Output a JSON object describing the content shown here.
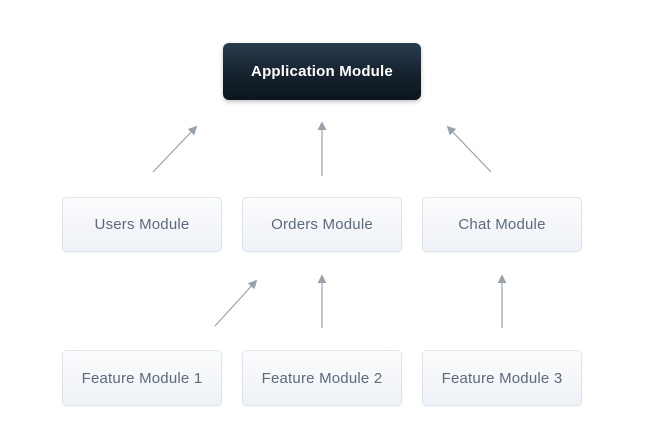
{
  "diagram": {
    "type": "module-dependency-diagram",
    "background_color": "#ffffff",
    "colors": {
      "dark_node_gradient_top": "#2a3d4f",
      "dark_node_gradient_bottom": "#0c151e",
      "dark_node_text": "#ffffff",
      "light_node_gradient_top": "#fbfcfd",
      "light_node_gradient_bottom": "#eef1f6",
      "light_node_border": "#dde4ec",
      "light_node_text": "#5c6b7a",
      "arrow": "#98a2ac"
    },
    "nodes": [
      {
        "id": "application-module",
        "label": "Application Module",
        "variant": "dark",
        "row": "top"
      },
      {
        "id": "users-module",
        "label": "Users Module",
        "variant": "light",
        "row": "middle"
      },
      {
        "id": "orders-module",
        "label": "Orders Module",
        "variant": "light",
        "row": "middle"
      },
      {
        "id": "chat-module",
        "label": "Chat Module",
        "variant": "light",
        "row": "middle"
      },
      {
        "id": "feature-module-1",
        "label": "Feature Module 1",
        "variant": "light",
        "row": "bottom"
      },
      {
        "id": "feature-module-2",
        "label": "Feature Module 2",
        "variant": "light",
        "row": "bottom"
      },
      {
        "id": "feature-module-3",
        "label": "Feature Module 3",
        "variant": "light",
        "row": "bottom"
      }
    ],
    "edges": [
      {
        "from": "users-module",
        "to": "application-module"
      },
      {
        "from": "orders-module",
        "to": "application-module"
      },
      {
        "from": "chat-module",
        "to": "application-module"
      },
      {
        "from": "feature-module-1",
        "to": "orders-module"
      },
      {
        "from": "feature-module-2",
        "to": "orders-module"
      },
      {
        "from": "feature-module-3",
        "to": "chat-module"
      }
    ]
  }
}
